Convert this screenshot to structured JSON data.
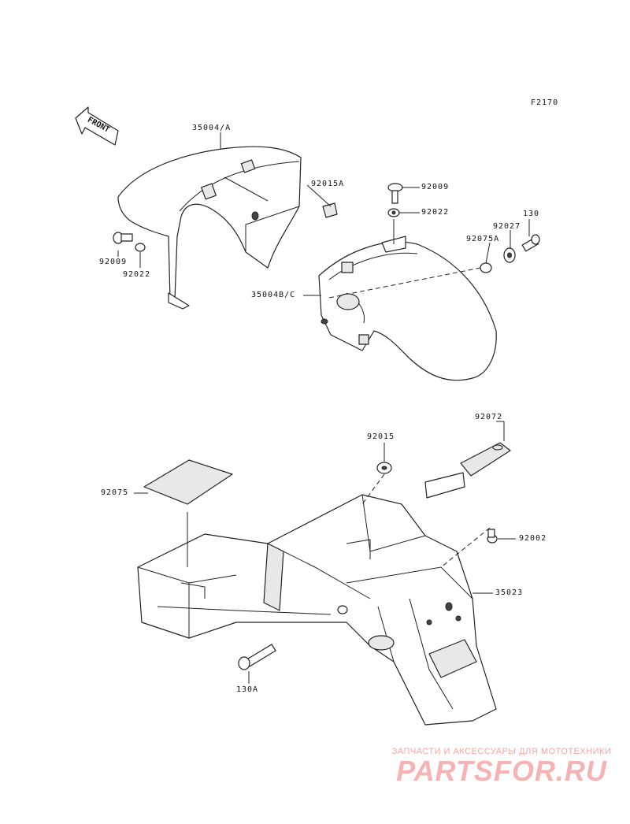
{
  "diagram_code": "F2170",
  "front_label": "FRONT",
  "labels": {
    "p35004a": "35004/A",
    "p92015a": "92015A",
    "p92009_top": "92009",
    "p92022_top": "92022",
    "p92027": "92027",
    "p130": "130",
    "p92075a": "92075A",
    "p92009_left": "92009",
    "p92022_left": "92022",
    "p35004bc": "35004B/C",
    "p92072": "92072",
    "p92015": "92015",
    "p92075": "92075",
    "p92002": "92002",
    "p35023": "35023",
    "p130a": "130A"
  },
  "watermark": {
    "tagline": "ЗАПЧАСТИ И АКСЕССУАРЫ ДЛЯ МОТОТЕХНИКИ",
    "brand": "PARTSFOR.RU",
    "color": "#f6b3b3"
  }
}
